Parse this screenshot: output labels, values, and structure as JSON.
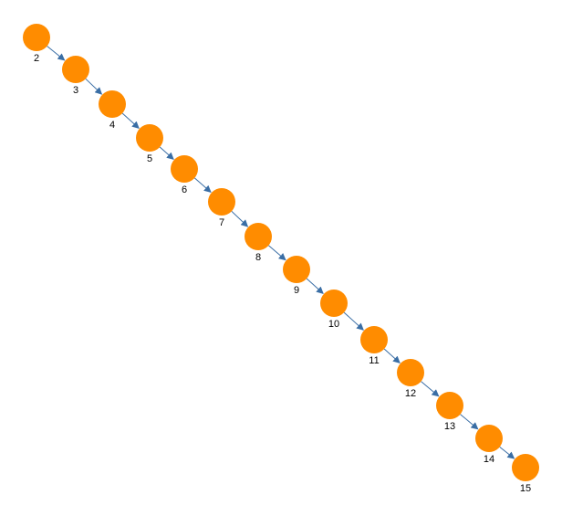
{
  "diagram": {
    "colors": {
      "node_fill": "#ff8c00",
      "edge_stroke": "#3a6ea5",
      "label": "#000000",
      "background": "#ffffff"
    },
    "nodes": [
      {
        "id": "2",
        "label": "2"
      },
      {
        "id": "3",
        "label": "3"
      },
      {
        "id": "4",
        "label": "4"
      },
      {
        "id": "5",
        "label": "5"
      },
      {
        "id": "6",
        "label": "6"
      },
      {
        "id": "7",
        "label": "7"
      },
      {
        "id": "8",
        "label": "8"
      },
      {
        "id": "9",
        "label": "9"
      },
      {
        "id": "10",
        "label": "10"
      },
      {
        "id": "11",
        "label": "11"
      },
      {
        "id": "12",
        "label": "12"
      },
      {
        "id": "13",
        "label": "13"
      },
      {
        "id": "14",
        "label": "14"
      },
      {
        "id": "15",
        "label": "15"
      }
    ],
    "edges": [
      {
        "from": "2",
        "to": "3"
      },
      {
        "from": "3",
        "to": "4"
      },
      {
        "from": "4",
        "to": "5"
      },
      {
        "from": "5",
        "to": "6"
      },
      {
        "from": "6",
        "to": "7"
      },
      {
        "from": "7",
        "to": "8"
      },
      {
        "from": "8",
        "to": "9"
      },
      {
        "from": "9",
        "to": "10"
      },
      {
        "from": "10",
        "to": "11"
      },
      {
        "from": "11",
        "to": "12"
      },
      {
        "from": "12",
        "to": "13"
      },
      {
        "from": "13",
        "to": "14"
      },
      {
        "from": "14",
        "to": "15"
      }
    ]
  }
}
